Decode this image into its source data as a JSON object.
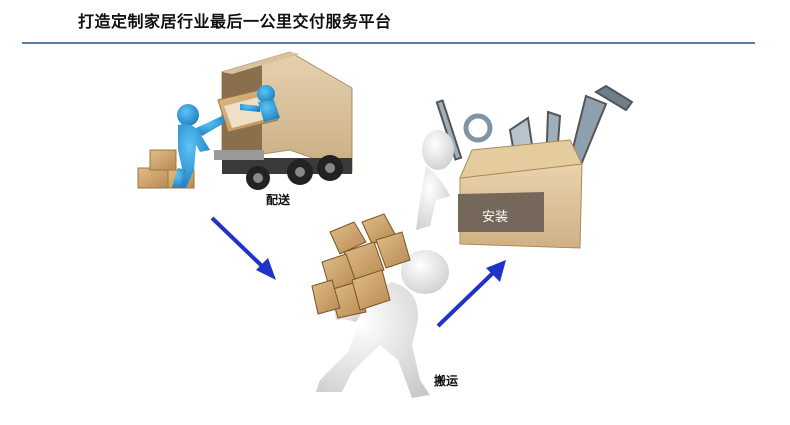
{
  "header": {
    "title": "打造定制家居行业最后一公里交付服务平台"
  },
  "steps": {
    "delivery": "配送",
    "carry": "搬运",
    "install": "安装"
  },
  "colors": {
    "rule": "#5a7fa6",
    "arrow": "#1f33c8",
    "figure_blue": "#1e9be0",
    "box_tan": "#c8a06b",
    "toolbox_plank": "#7a6a55"
  },
  "icons": [
    "delivery-truck-icon",
    "worker-carrying-boxes-icon",
    "toolbox-with-tools-icon"
  ]
}
